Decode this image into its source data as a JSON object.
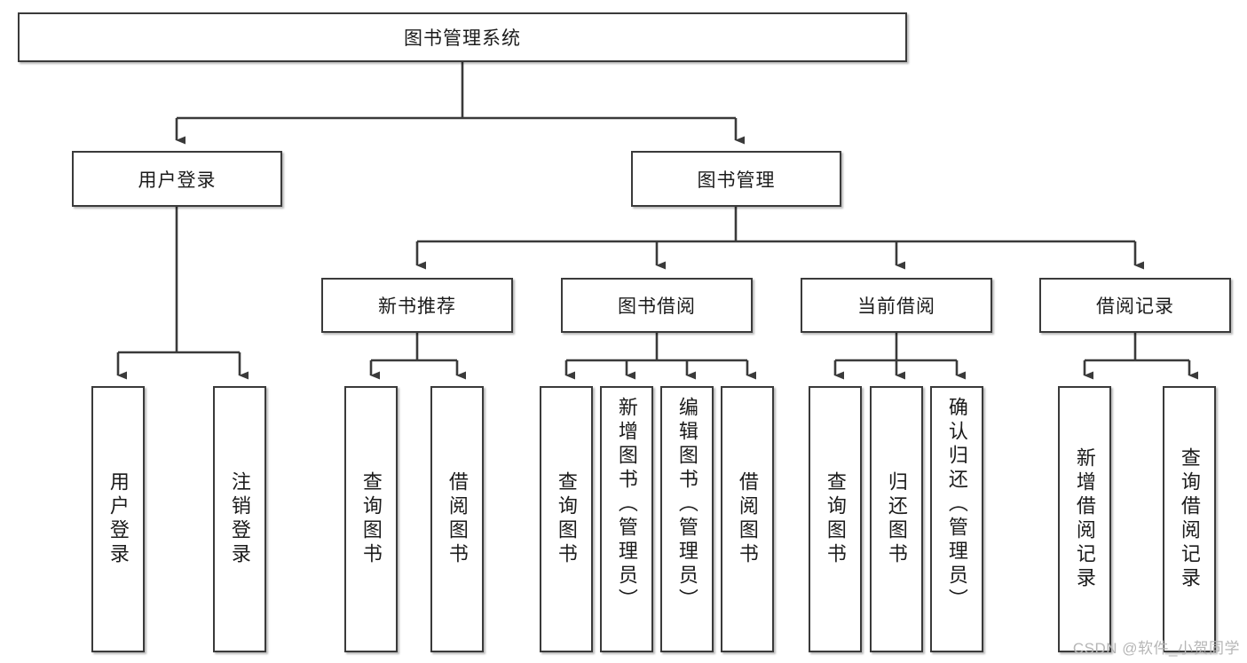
{
  "diagram": {
    "type": "tree-hierarchy-chart",
    "title": "图书管理系统",
    "line_color": "#3a3a3a",
    "box_fill": "#ffffff",
    "text_color": "#1b1b1b",
    "levels": [
      {
        "level": 1,
        "nodes": [
          {
            "id": "root",
            "label": "图书管理系统",
            "orientation": "horizontal"
          }
        ]
      },
      {
        "level": 2,
        "nodes": [
          {
            "id": "login",
            "label": "用户登录",
            "orientation": "horizontal",
            "parent": "root"
          },
          {
            "id": "bookmgmt",
            "label": "图书管理",
            "orientation": "horizontal",
            "parent": "root"
          }
        ]
      },
      {
        "level": 3,
        "nodes": [
          {
            "id": "newbook",
            "label": "新书推荐",
            "orientation": "horizontal",
            "parent": "bookmgmt"
          },
          {
            "id": "borrow",
            "label": "图书借阅",
            "orientation": "horizontal",
            "parent": "bookmgmt"
          },
          {
            "id": "current",
            "label": "当前借阅",
            "orientation": "horizontal",
            "parent": "bookmgmt"
          },
          {
            "id": "records",
            "label": "借阅记录",
            "orientation": "horizontal",
            "parent": "bookmgmt"
          }
        ]
      },
      {
        "level": 4,
        "nodes": [
          {
            "id": "leaf1",
            "label": "用户登录",
            "orientation": "vertical",
            "parent": "login"
          },
          {
            "id": "leaf2",
            "label": "注销登录",
            "orientation": "vertical",
            "parent": "login"
          },
          {
            "id": "leaf3",
            "label": "查询图书",
            "orientation": "vertical",
            "parent": "newbook"
          },
          {
            "id": "leaf4",
            "label": "借阅图书",
            "orientation": "vertical",
            "parent": "newbook"
          },
          {
            "id": "leaf5",
            "label": "查询图书",
            "orientation": "vertical",
            "parent": "borrow"
          },
          {
            "id": "leaf6",
            "label": "新增图书（管理员）",
            "orientation": "vertical",
            "parent": "borrow"
          },
          {
            "id": "leaf7",
            "label": "编辑图书（管理员）",
            "orientation": "vertical",
            "parent": "borrow"
          },
          {
            "id": "leaf8",
            "label": "借阅图书",
            "orientation": "vertical",
            "parent": "borrow"
          },
          {
            "id": "leaf9",
            "label": "查询图书",
            "orientation": "vertical",
            "parent": "current"
          },
          {
            "id": "leaf10",
            "label": "归还图书",
            "orientation": "vertical",
            "parent": "current"
          },
          {
            "id": "leaf11",
            "label": "确认归还（管理员）",
            "orientation": "vertical",
            "parent": "current"
          },
          {
            "id": "leaf12",
            "label": "新增借阅记录",
            "orientation": "vertical",
            "parent": "records"
          },
          {
            "id": "leaf13",
            "label": "查询借阅记录",
            "orientation": "vertical",
            "parent": "records"
          }
        ]
      }
    ]
  },
  "watermark": {
    "text": "CSDN @软件_小贺同学"
  }
}
